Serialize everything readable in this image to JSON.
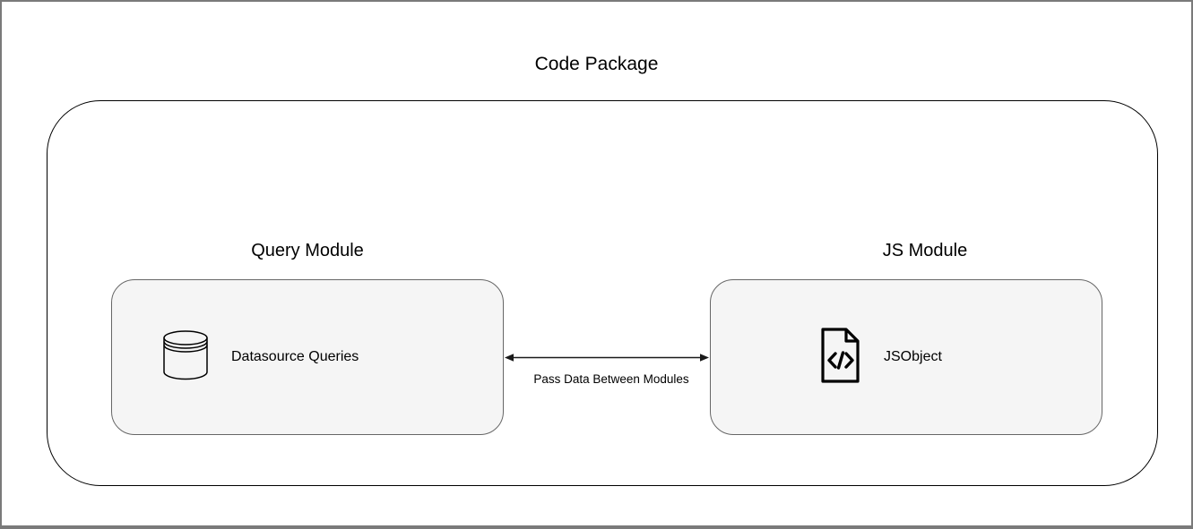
{
  "diagram": {
    "title": "Code Package",
    "modules": [
      {
        "heading": "Query Module",
        "item_label": "Datasource Queries",
        "icon": "database-icon"
      },
      {
        "heading": "JS Module",
        "item_label": "JSObject",
        "icon": "code-file-icon"
      }
    ],
    "connector": {
      "label": "Pass Data Between Modules",
      "type": "bidirectional-arrow"
    },
    "colors": {
      "background": "#ffffff",
      "frame_border": "#7a7a7a",
      "container_border": "#000000",
      "module_fill": "#f5f5f5",
      "module_border": "#666666",
      "arrow": "#1a1a1a",
      "text": "#000000"
    }
  }
}
